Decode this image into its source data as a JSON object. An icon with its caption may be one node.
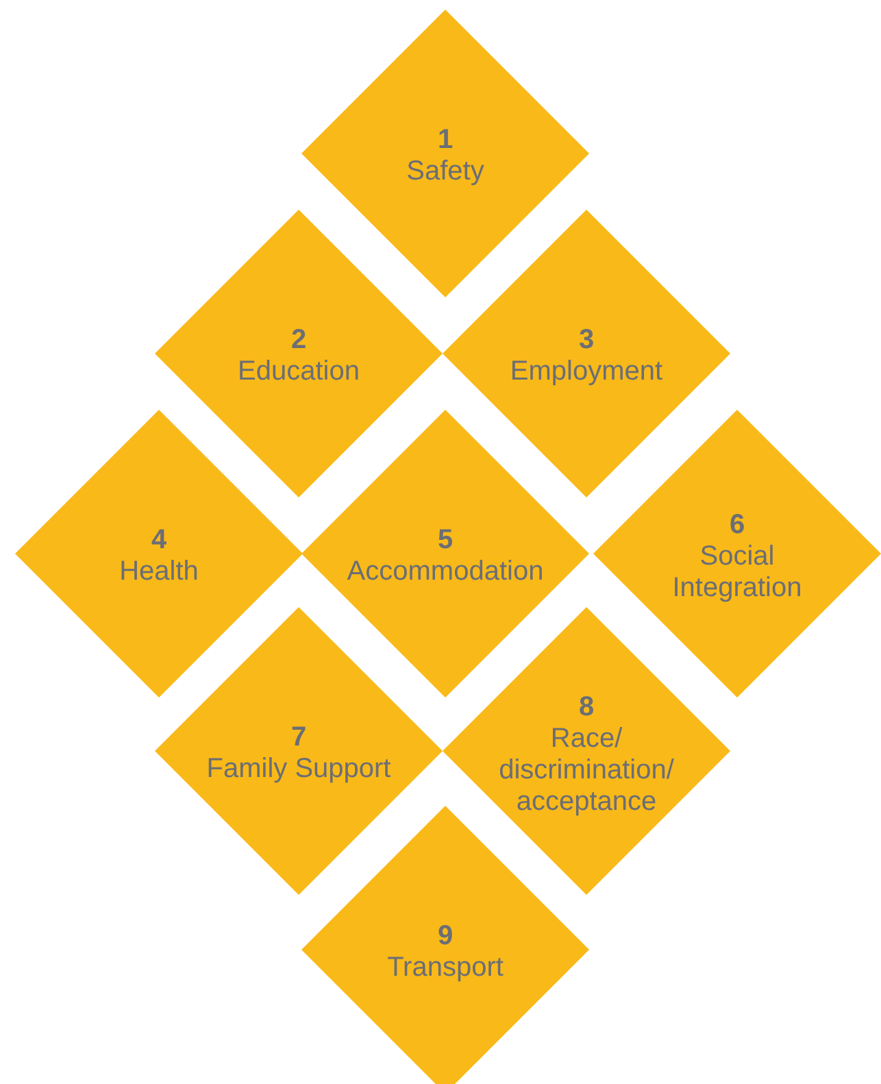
{
  "diagram": {
    "nodes": [
      {
        "text": [
          "1",
          "Safety"
        ]
      },
      {
        "text": [
          "2",
          "Education"
        ]
      },
      {
        "text": [
          "3",
          "Employment"
        ]
      },
      {
        "text": [
          "4",
          "Health"
        ]
      },
      {
        "text": [
          "5",
          "Accommodation"
        ]
      },
      {
        "text": [
          "6",
          "Social Integration"
        ]
      },
      {
        "text": [
          "7",
          "Family Support"
        ]
      },
      {
        "text": [
          "8",
          "Race/ discrimination/ acceptance"
        ]
      },
      {
        "text": [
          "9",
          "Transport"
        ]
      }
    ]
  }
}
